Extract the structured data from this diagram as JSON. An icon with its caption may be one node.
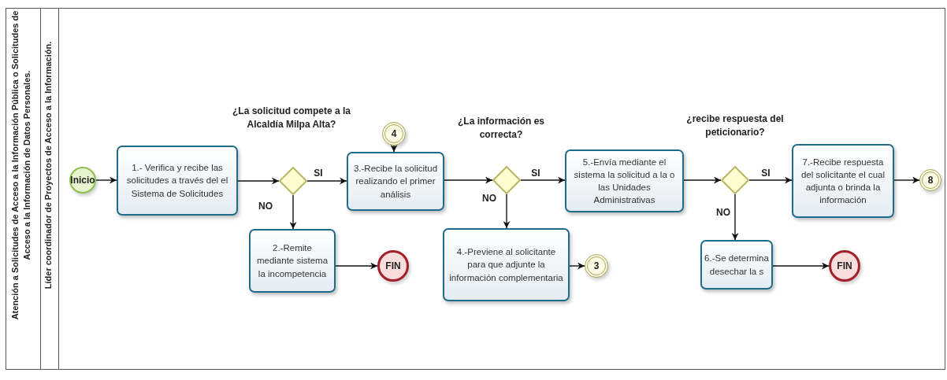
{
  "diagram": {
    "nodes": [
      {
        "text": [
          "Atención a Solicitudes de Acceso a la Información Pública o Solicitudes de Acceso a la Información de Datos Personales."
        ]
      },
      {
        "text": [
          "Líder coordinador de Proyectos de Acceso a la Información."
        ],
        "in": 0
      },
      {
        "text": [
          "Inicio"
        ],
        "in": 1
      },
      {
        "text": [
          "1.- Verifica y recibe las solicitudes a través del el Sistema de Solicitudes"
        ],
        "in": 1
      },
      {
        "text": [],
        "shape": "diamond",
        "in": 1
      },
      {
        "text": [
          "2.-Remite mediante sistema la incompetencia"
        ],
        "in": 1
      },
      {
        "text": [
          "FIN"
        ],
        "in": 1
      },
      {
        "text": [
          "4"
        ],
        "in": 1
      },
      {
        "text": [
          "3.-Recibe la solicitud realizando el primer análisis"
        ],
        "in": 1
      },
      {
        "text": [],
        "shape": "diamond",
        "in": 1
      },
      {
        "text": [
          "4.-Previene al solicitante para que adjunte la información complementaria"
        ],
        "in": 1
      },
      {
        "text": [
          "3"
        ],
        "in": 1
      },
      {
        "text": [
          "5.-Envía mediante el sistema la solicitud a la o las Unidades Administrativas"
        ],
        "in": 1
      },
      {
        "text": [],
        "shape": "diamond",
        "in": 1
      },
      {
        "text": [
          "6.-Se determina desechar la s"
        ],
        "in": 1
      },
      {
        "text": [
          "FIN"
        ],
        "in": 1
      },
      {
        "text": [
          "7.-Recibe respuesta del solicitante el cual adjunta o brinda la información"
        ],
        "in": 1
      },
      {
        "text": [
          "8"
        ],
        "in": 1
      }
    ],
    "edges": [
      {
        "from": 2,
        "to": 3,
        "arrow": "to"
      },
      {
        "from": 3,
        "to": 4,
        "arrow": "to"
      },
      {
        "from": 4,
        "to": 8,
        "arrow": "to",
        "label": "SI"
      },
      {
        "from": 4,
        "to": 5,
        "arrow": "to",
        "label": "NO"
      },
      {
        "from": 5,
        "to": 6,
        "arrow": "to"
      },
      {
        "from": 7,
        "to": 8,
        "arrow": "to"
      },
      {
        "from": 8,
        "to": 9,
        "arrow": "to"
      },
      {
        "from": 9,
        "to": 12,
        "arrow": "to",
        "label": "SI"
      },
      {
        "from": 9,
        "to": 10,
        "arrow": "to",
        "label": "NO"
      },
      {
        "from": 10,
        "to": 11,
        "arrow": "to"
      },
      {
        "from": 12,
        "to": 13,
        "arrow": "to"
      },
      {
        "from": 13,
        "to": 16,
        "arrow": "to",
        "label": "SI"
      },
      {
        "from": 13,
        "to": 14,
        "arrow": "to",
        "label": "NO"
      },
      {
        "from": 14,
        "to": 15,
        "arrow": "to"
      },
      {
        "from": 16,
        "to": 17,
        "arrow": "to"
      }
    ],
    "labels": [
      "¿La solicitud compete a la Alcaldía Milpa Alta?",
      "¿La información es correcta?",
      "¿recibe respuesta del peticionario?"
    ]
  }
}
